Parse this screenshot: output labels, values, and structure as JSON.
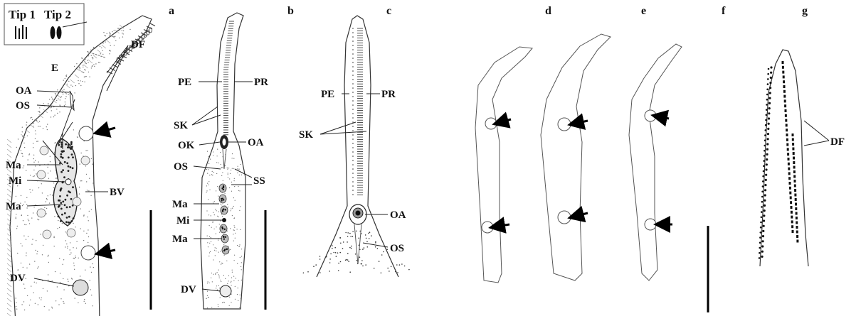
{
  "panels": [
    "a",
    "b",
    "c",
    "d",
    "e",
    "f",
    "g"
  ],
  "inset": {
    "tip1": "Tip 1",
    "tip2": "Tip 2"
  },
  "labels_a": [
    "E",
    "DF",
    "OA",
    "OS",
    "Ma",
    "Mi",
    "Ma",
    "BV",
    "DV"
  ],
  "labels_b": [
    "PE",
    "PR",
    "SK",
    "OK",
    "OA",
    "OS",
    "SS",
    "Ma",
    "Mi",
    "Ma",
    "DV"
  ],
  "labels_c": [
    "PE",
    "PR",
    "SK",
    "OA",
    "OS"
  ],
  "labels_g": [
    "DF"
  ]
}
